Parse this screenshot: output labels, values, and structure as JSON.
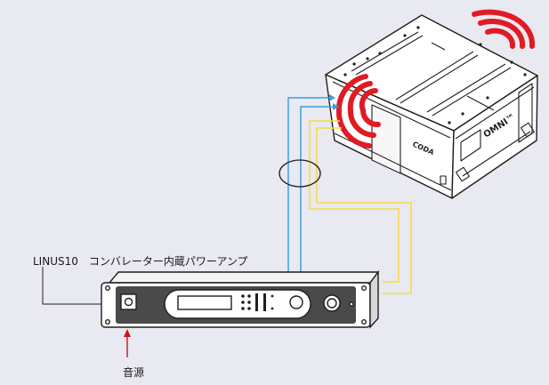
{
  "labels": {
    "amplifier": "LINUS10　コンバレーター内蔵パワーアンプ",
    "source": "音源"
  },
  "speaker": {
    "logo_text": "OMNI™",
    "side_text": "CODA"
  },
  "colors": {
    "background": "#e9e9f1",
    "blue_cable": "#3a9fe0",
    "yellow_cable": "#f3dd46",
    "sound_waves": "#e01b24",
    "arrow": "#d0101a",
    "outline": "#1e1e1e"
  }
}
